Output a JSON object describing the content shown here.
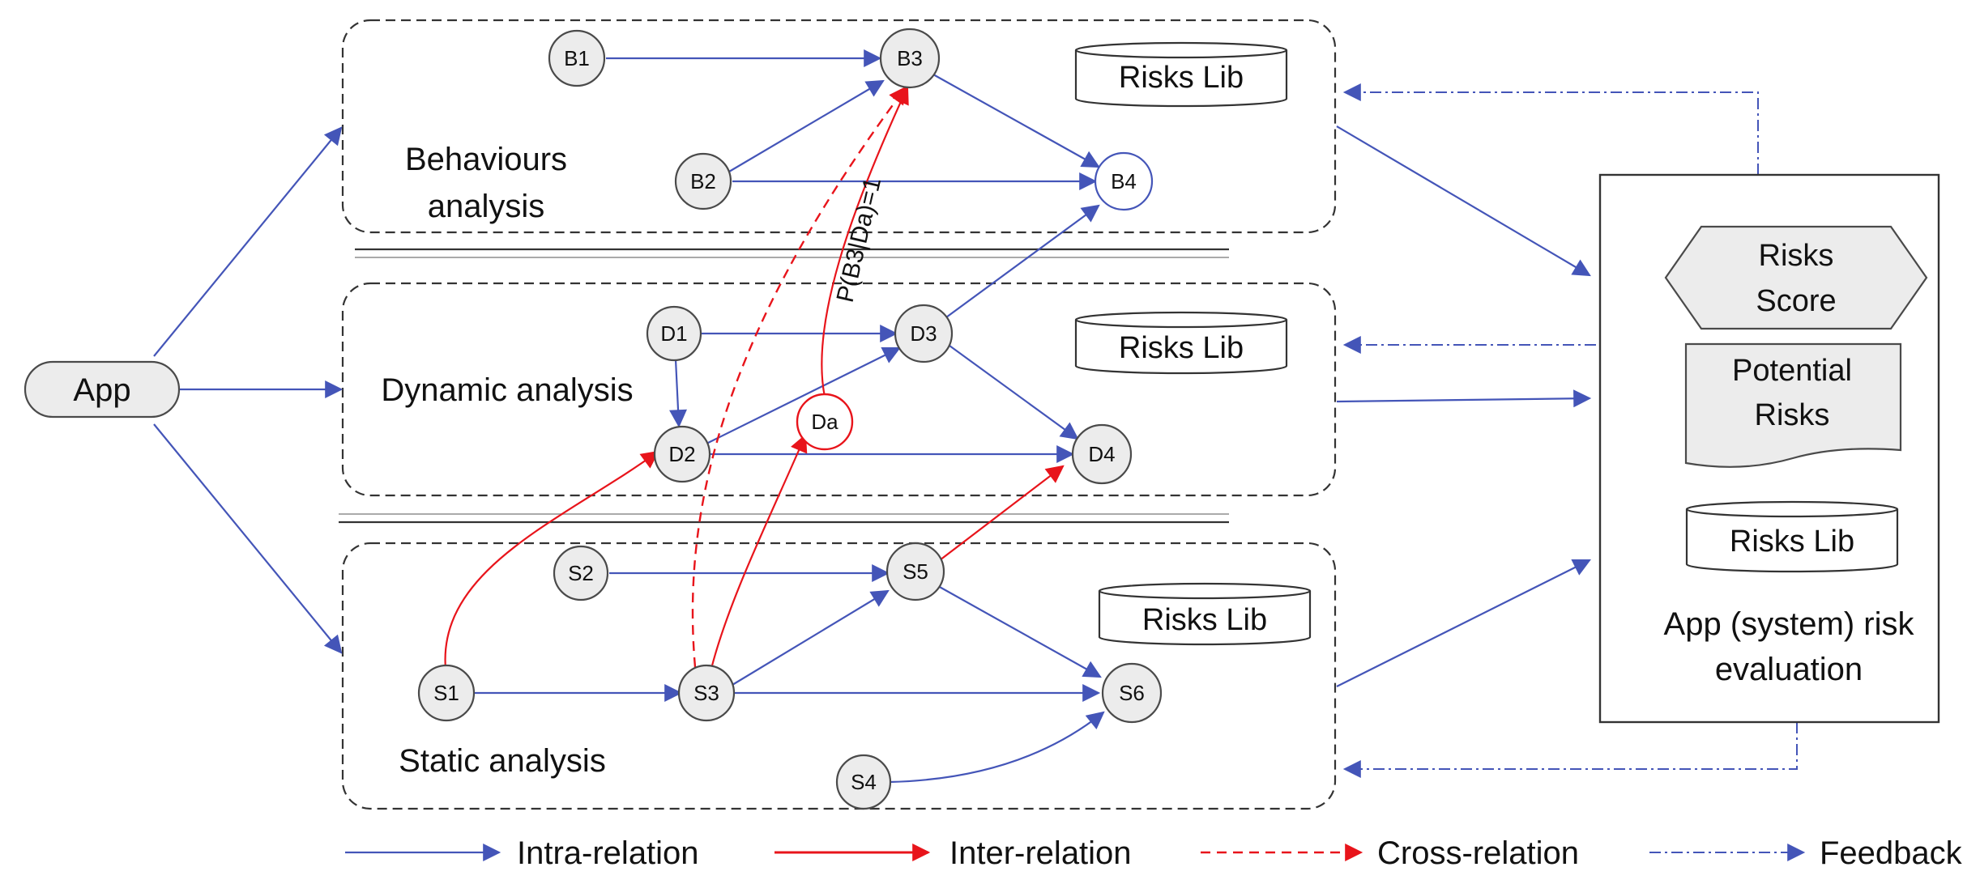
{
  "app": {
    "label": "App"
  },
  "panels": {
    "behaviours": {
      "title_line1": "Behaviours",
      "title_line2": "analysis",
      "risks_lib": "Risks Lib"
    },
    "dynamic": {
      "title": "Dynamic analysis",
      "risks_lib": "Risks Lib"
    },
    "static": {
      "title": "Static analysis",
      "risks_lib": "Risks Lib"
    }
  },
  "nodes": {
    "B1": "B1",
    "B2": "B2",
    "B3": "B3",
    "B4": "B4",
    "D1": "D1",
    "D2": "D2",
    "D3": "D3",
    "D4": "D4",
    "Da": "Da",
    "S1": "S1",
    "S2": "S2",
    "S3": "S3",
    "S4": "S4",
    "S5": "S5",
    "S6": "S6"
  },
  "edge_label": {
    "probability": "P(B3|Da)=1"
  },
  "evaluation": {
    "risks_score_line1": "Risks",
    "risks_score_line2": "Score",
    "potential_risks_line1": "Potential",
    "potential_risks_line2": "Risks",
    "risks_lib": "Risks Lib",
    "title_line1": "App (system) risk",
    "title_line2": "evaluation"
  },
  "legend": {
    "intra": "Intra-relation",
    "inter": "Inter-relation",
    "cross": "Cross-relation",
    "feedback": "Feedback"
  },
  "colors": {
    "intra": "#4455b8",
    "inter": "#e8141b",
    "cross": "#e8141b",
    "feedback": "#4455b8"
  }
}
